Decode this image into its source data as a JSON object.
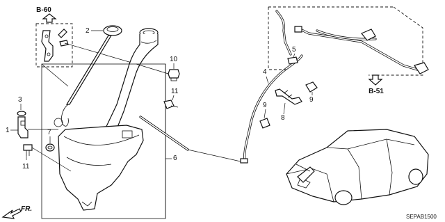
{
  "diagram": {
    "refs": {
      "top_left": "B-60",
      "right": "B-51"
    },
    "callouts": [
      {
        "id": "c1",
        "text": "1"
      },
      {
        "id": "c2",
        "text": "2"
      },
      {
        "id": "c3",
        "text": "3"
      },
      {
        "id": "c4",
        "text": "4"
      },
      {
        "id": "c5",
        "text": "5"
      },
      {
        "id": "c6",
        "text": "6"
      },
      {
        "id": "c7",
        "text": "7"
      },
      {
        "id": "c8",
        "text": "8"
      },
      {
        "id": "c9a",
        "text": "9"
      },
      {
        "id": "c9b",
        "text": "9"
      },
      {
        "id": "c10",
        "text": "10"
      },
      {
        "id": "c11a",
        "text": "11"
      },
      {
        "id": "c11b",
        "text": "11"
      }
    ],
    "front_marker": "FR.",
    "drawing_code": "SEPAB1500",
    "colors": {
      "ink": "#111111",
      "background": "#ffffff"
    }
  }
}
